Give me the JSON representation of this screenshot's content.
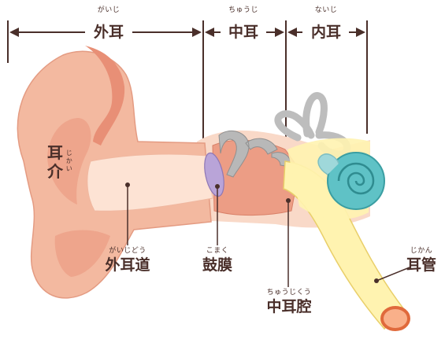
{
  "sections": {
    "outer": {
      "ruby": "がいじ",
      "label": "外耳"
    },
    "middle": {
      "ruby": "ちゅうじ",
      "label": "中耳"
    },
    "inner": {
      "ruby": "ないじ",
      "label": "内耳"
    }
  },
  "parts": {
    "auricle": {
      "label": "耳介",
      "ruby": "じかい"
    },
    "ear_canal": {
      "ruby": "がいじどう",
      "label": "外耳道"
    },
    "eardrum": {
      "ruby": "こまく",
      "label": "鼓膜"
    },
    "tympanic_cavity": {
      "ruby": "ちゅうじくう",
      "label": "中耳腔"
    },
    "eustachian_tube": {
      "ruby": "じかん",
      "label": "耳管"
    }
  },
  "colors": {
    "skin": "#f3b9a0",
    "skin_dark": "#e88f76",
    "canal": "#fde3d4",
    "ossicles": "#b8b8b8",
    "eardrum": "#b9a4d8",
    "cochlea": "#5fc2c6",
    "tube": "#fff3b0",
    "line": "#4a2f2a"
  }
}
